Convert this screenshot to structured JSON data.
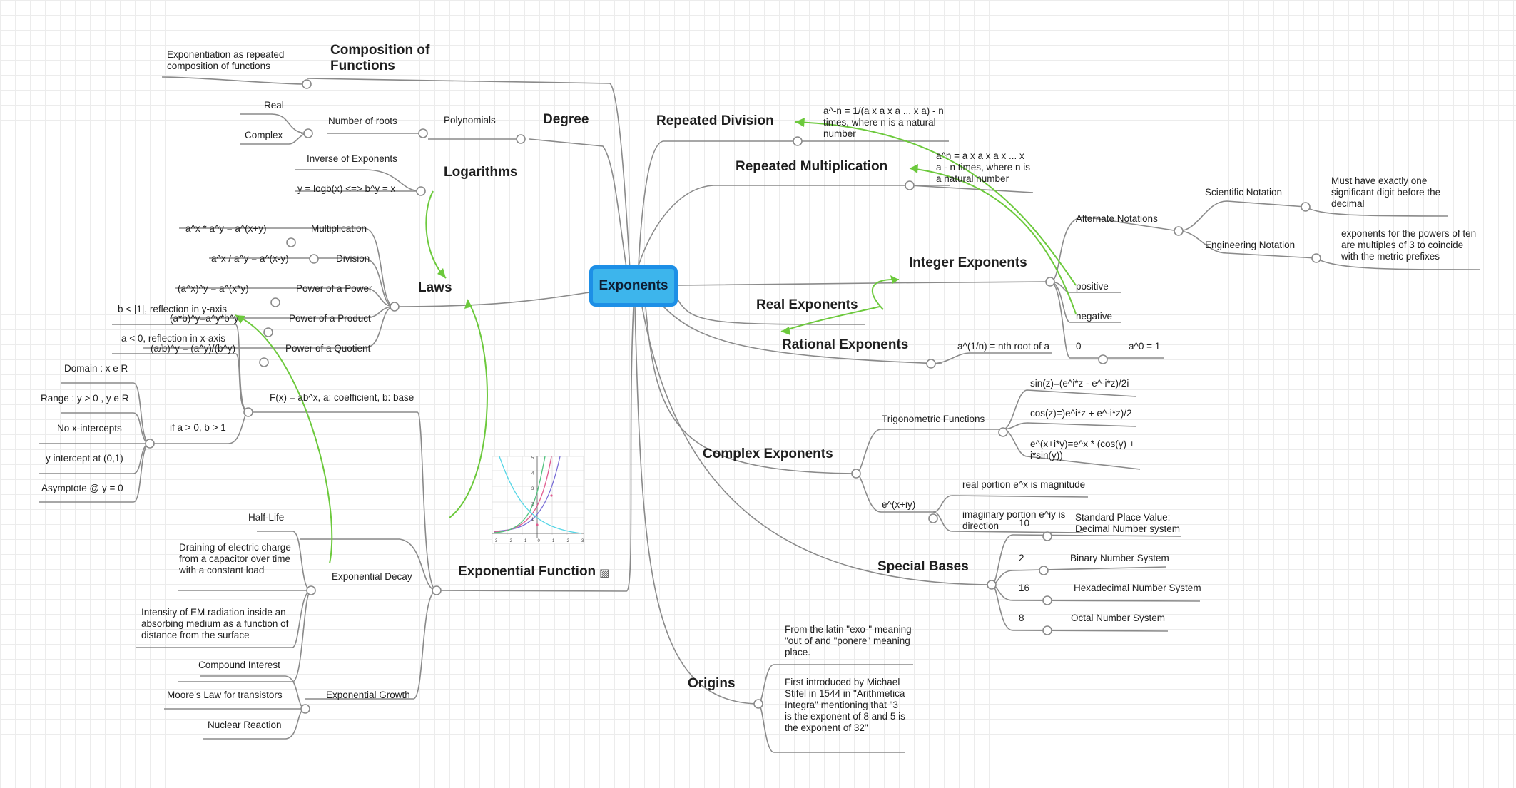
{
  "central": "Exponents",
  "main": {
    "composition": "Composition of Functions",
    "degree": "Degree",
    "logarithms": "Logarithms",
    "laws": "Laws",
    "exponential_function": "Exponential Function",
    "repeated_division": "Repeated Division",
    "repeated_multiplication": "Repeated Multiplication",
    "integer_exponents": "Integer Exponents",
    "real_exponents": "Real Exponents",
    "rational_exponents": "Rational Exponents",
    "complex_exponents": "Complex Exponents",
    "special_bases": "Special Bases",
    "origins": "Origins"
  },
  "composition": {
    "note": "Exponentiation as repeated composition of functions"
  },
  "degree": {
    "polynomials": "Polynomials",
    "number_of_roots": "Number of roots",
    "real": "Real",
    "complex": "Complex"
  },
  "logarithms": {
    "inverse": "Inverse of Exponents",
    "formula": "y = logb(x) <=> b^y = x"
  },
  "laws": {
    "multiplication": "Multiplication",
    "multiplication_formula": "a^x * a^y = a^(x+y)",
    "division": "Division",
    "division_formula": "a^x / a^y = a^(x-y)",
    "power_of_power": "Power of a Power",
    "power_of_power_formula": "(a^x)^y = a^(x*y)",
    "power_of_product": "Power of a Product",
    "power_of_product_formula": "(a*b)^y=a^y*b^y",
    "power_of_quotient": "Power of a Quotient",
    "power_of_quotient_formula": "(a/b)^y = (a^y)/(b^y)"
  },
  "exponential_function": {
    "formula": "F(x) = ab^x, a: coefficient, b: base",
    "reflect_y": "b < |1|, reflection in y-axis",
    "reflect_x": "a < 0, reflection in x-axis",
    "if_a_b": "if a > 0, b > 1",
    "domain": "Domain : x e R",
    "range": "Range : y > 0 , y e R",
    "no_x_intercepts": "No x-intercepts",
    "y_intercept": "y intercept at (0,1)",
    "asymptote": "Asymptote @ y = 0",
    "decay": "Exponential Decay",
    "half_life": "Half-Life",
    "capacitor": "Draining of electric charge from a capacitor over time with a constant load",
    "em_radiation": "Intensity of EM radiation inside an absorbing medium as a function of distance from the surface",
    "growth": "Exponential Growth",
    "compound_interest": "Compound Interest",
    "moores_law": "Moore's Law for transistors",
    "nuclear": "Nuclear Reaction",
    "image_icon": "image-icon",
    "graph_x_ticks": [
      "-3",
      "-2",
      "-1",
      "0",
      "1",
      "2",
      "3"
    ],
    "graph_y_ticks": [
      "5",
      "4",
      "3",
      "2",
      "1"
    ]
  },
  "repeated_division": {
    "note": "a^-n = 1/(a x a x a ... x a) - n times, where n is a natural number"
  },
  "repeated_multiplication": {
    "note": "a^n = a x a x a x ... x a - n times, where n is a natural number"
  },
  "integer_exponents": {
    "alternate_notations": "Alternate Notations",
    "scientific": "Scientific Notation",
    "scientific_note": "Must have exactly one significant digit before the decimal",
    "engineering": "Engineering Notation",
    "engineering_note": "exponents for the powers of ten are multiples of 3 to coincide with the metric prefixes",
    "positive": "positive",
    "negative": "negative",
    "zero": "0",
    "zero_rule": "a^0 = 1"
  },
  "rational_exponents": {
    "note": "a^(1/n) = nth root of a"
  },
  "complex_exponents": {
    "trig": "Trigonometric Functions",
    "sin": "sin(z)=(e^i*z - e^-i*z)/2i",
    "cos": "cos(z)=)e^i*z + e^-i*z)/2",
    "euler": "e^(x+i*y)=e^x * (cos(y) + i*sin(y))",
    "eix": "e^(x+iy)",
    "real_portion": "real portion e^x is magnitude",
    "imag_portion": "imaginary portion e^iy is direction"
  },
  "special_bases": {
    "b10": "10",
    "b10_label": "Standard Place Value; Decimal Number system",
    "b2": "2",
    "b2_label": "Binary Number System",
    "b16": "16",
    "b16_label": "Hexadecimal Number System",
    "b8": "8",
    "b8_label": "Octal Number System"
  },
  "origins": {
    "latin": "From the latin \"exo-\" meaning \"out of and \"ponere\" meaning place.",
    "stifel": "First introduced by Michael Stifel in 1544 in \"Arithmetica Integra\" mentioning that \"3 is the exponent of 8 and 5 is the exponent of 32\""
  },
  "colors": {
    "line": "#8a8a8a",
    "relation": "#6cc93c",
    "central_fill": "#3db5ec",
    "central_border": "#1d8fe6"
  }
}
